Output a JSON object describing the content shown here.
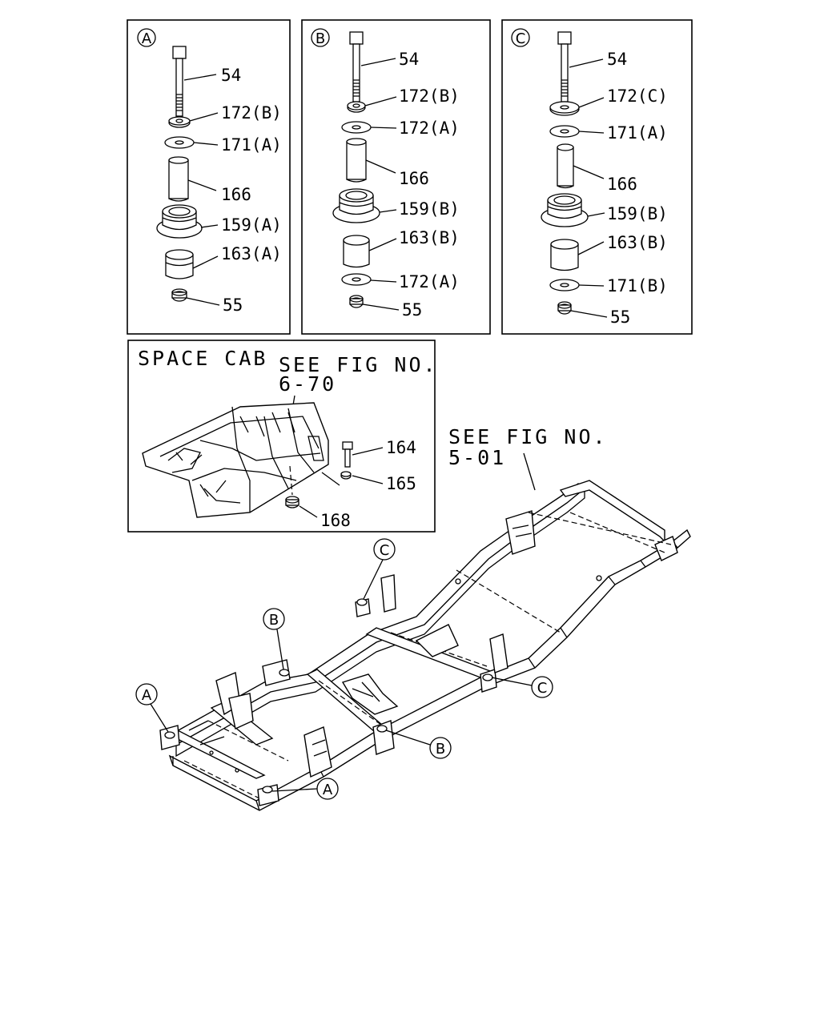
{
  "panels": {
    "a": {
      "marker": "A",
      "labels": [
        "54",
        "172(B)",
        "171(A)",
        "166",
        "159(A)",
        "163(A)",
        "55"
      ]
    },
    "b": {
      "marker": "B",
      "labels": [
        "54",
        "172(B)",
        "172(A)",
        "166",
        "159(B)",
        "163(B)",
        "172(A)",
        "55"
      ]
    },
    "c": {
      "marker": "C",
      "labels": [
        "54",
        "172(C)",
        "171(A)",
        "166",
        "159(B)",
        "163(B)",
        "171(B)",
        "55"
      ]
    }
  },
  "space_cab": {
    "title": "SPACE CAB",
    "see_fig_line1": "SEE FIG NO.",
    "see_fig_line2": "6-70",
    "labels": [
      "164",
      "165",
      "168"
    ]
  },
  "frame": {
    "see_fig_line1": "SEE FIG NO.",
    "see_fig_line2": "5-01",
    "callouts": [
      "C",
      "B",
      "A",
      "C",
      "B",
      "A"
    ]
  }
}
